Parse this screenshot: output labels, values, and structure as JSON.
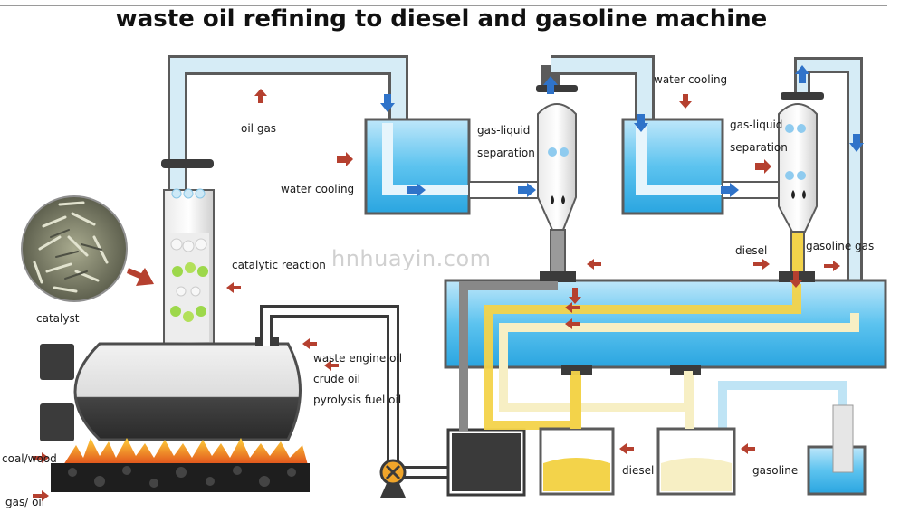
{
  "title": "waste oil refining to diesel and gasoline machine",
  "watermark": "hnhuayin.com",
  "labels": {
    "oil_gas": "oil gas",
    "water_cooling_left": "water cooling",
    "water_cooling_top": "water cooling",
    "gas_liquid_1": "gas-liquid",
    "separation_1": "separation",
    "gas_liquid_2": "gas-liquid",
    "separation_2": "separation",
    "catalytic_reaction": "catalytic reaction",
    "catalyst": "catalyst",
    "diesel_mid": "diesel",
    "gasoline_gas": "gasoline gas",
    "waste_engine_oil": "waste engine oil",
    "crude_oil": "crude oil",
    "pyrolysis_fuel_oil": "pyrolysis fuel oil",
    "coal_wood": "coal/wood",
    "gas_oil": "gas/ oil",
    "diesel_tank": "diesel",
    "gasoline_tank": "gasoline"
  },
  "colors": {
    "pipe_light": "#d6ecf6",
    "pipe_outline": "#5b5b5b",
    "water": "#3fb4e8",
    "arrow_red": "#b5402f",
    "arrow_blue": "#2f73c9",
    "diesel_yellow": "#f3d34a",
    "gasoline_cream": "#f7efc4"
  }
}
